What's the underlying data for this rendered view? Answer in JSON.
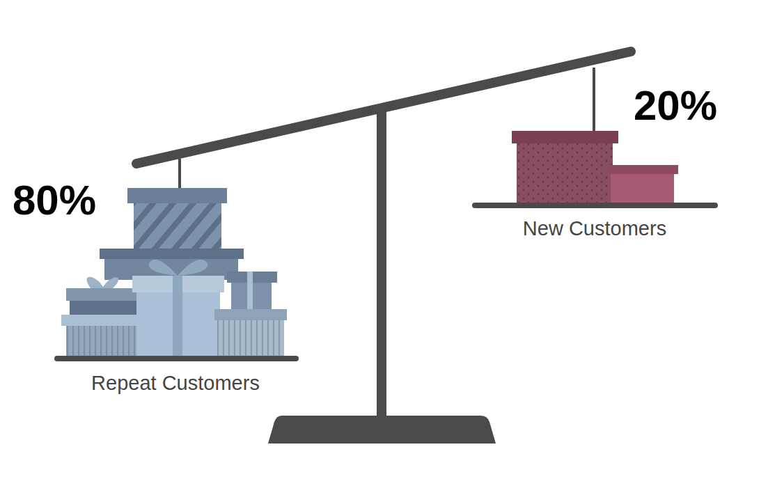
{
  "diagram": {
    "labels": [
      "80%",
      "Repeat Customers",
      "20%",
      "New Customers"
    ]
  }
}
